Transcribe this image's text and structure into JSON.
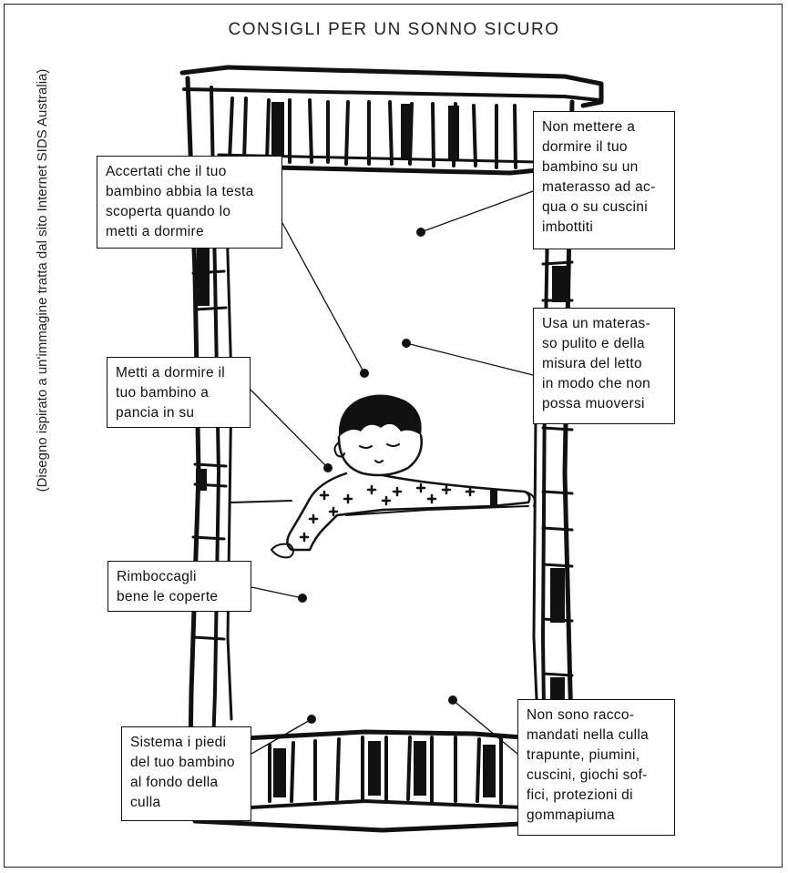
{
  "title": "CONSIGLI PER UN SONNO SICURO",
  "credit": "(Disegno ispirato a un'immagine tratta dal sito Internet SIDS Australia)",
  "tips": {
    "head_uncovered": "Accertati che il tuo\nbambino abbia la testa\nscoperta quando lo\nmetti a dormire",
    "no_waterbed": "Non mettere a\ndormire il tuo\nbambino su un\nmaterasso ad ac-\nqua o su cuscini\nimbottiti",
    "clean_mattress": "Usa un materas-\nso pulito e della\nmisura del letto\nin modo che non\npossa muoversi",
    "on_back": "Metti a dormire il\ntuo bambino a\npancia in su",
    "tuck_covers": "Rimboccagli\nbene le coperte",
    "feet_bottom": "Sistema i piedi\ndel tuo bambino\nal fondo della\nculla",
    "no_quilts": "Non sono racco-\nmandati nella culla\ntrapunte, piumini,\ncuscini, giochi sof-\nfici, protezioni di\ngommapiuma"
  }
}
